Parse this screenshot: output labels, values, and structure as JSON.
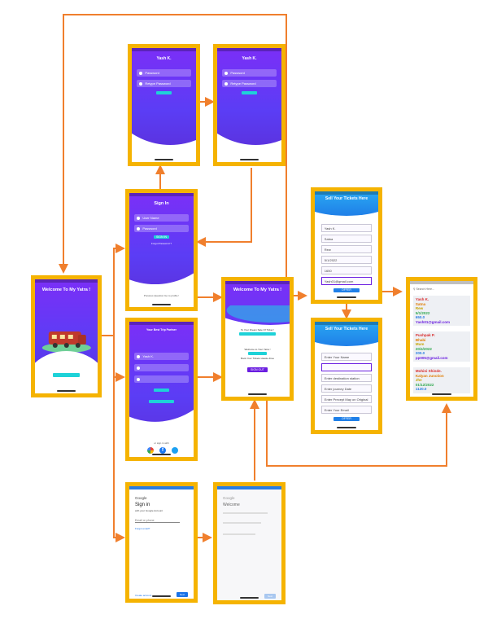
{
  "colors": {
    "frame": "#f5b301",
    "arrow": "#f07f2d",
    "purple": "#6a1de0",
    "cyan": "#1ed2d8"
  },
  "welcome_screen": {
    "title": "Welcome To My Yatra !"
  },
  "reset1": {
    "title": "Yash K.",
    "field1": "Password",
    "field2": "Retype Password",
    "button": ""
  },
  "reset2": {
    "title": "Yash K.",
    "field1": "Password",
    "field2": "Retype Password",
    "button": ""
  },
  "signin": {
    "title": "Sign In",
    "username": "User Name",
    "password": "Password",
    "button": "SIGN IN",
    "forgot": "Forgot Password ?",
    "footer": "Previous Question Go to profile !"
  },
  "signup": {
    "title": "Your Best Trip Partner",
    "field1": "Yash K.",
    "field2": "",
    "field3": "",
    "button": "",
    "social_label": "or sign in with"
  },
  "home": {
    "title": "Welcome To My Yatra !",
    "line1": "To Your Dream Sale Of Ticket !",
    "btn1": "",
    "line2": "",
    "line3": "Welcome to Your Yatra !",
    "btn2": "",
    "line4": "Book Your Tickets Hassle-Free",
    "btn3": "SIGN OUT"
  },
  "sell1": {
    "title": "Sell Your Tickets Here",
    "values": [
      "Yash K.",
      "Satna",
      "Rew",
      "5/1/2022",
      "1650",
      "Yash01@gmail.com"
    ],
    "button": "OFFER"
  },
  "sell2": {
    "title": "Sell Your Tickets Here",
    "placeholders": [
      "Enter Your Name",
      "",
      "Enter destination station",
      "Enter journey Date",
      "Enter Precept May on Original",
      "Enter Your Email"
    ],
    "button": "OFFER"
  },
  "list": {
    "search": "Search Here...",
    "cards": [
      {
        "lines": [
          "Yash K.",
          "Satna",
          "Rew",
          "5/1/2022",
          "650.0",
          "Yash01@gmail.com"
        ]
      },
      {
        "lines": [
          "Pushpak P.",
          "Bhabi",
          "Mum",
          "20/4/2022",
          "200.0",
          "pp005@gmail.com"
        ]
      },
      {
        "lines": [
          "Mohini Shinde.",
          "Kalyan Junction",
          "Jhe",
          "01/12/2022",
          "1120.0"
        ]
      }
    ]
  },
  "google1": {
    "brand": "Google",
    "heading": "Sign in",
    "sub": "with your Google Account",
    "field": "Email or phone",
    "link": "Forgot email?",
    "create": "Create account",
    "next": "Next"
  },
  "google2": {
    "brand": "Google",
    "heading": "Welcome",
    "next": "Next"
  }
}
